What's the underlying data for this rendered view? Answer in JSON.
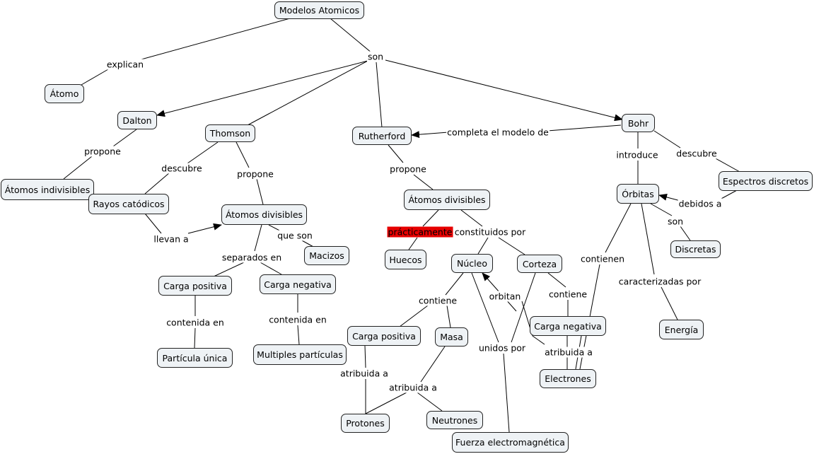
{
  "nodes": {
    "modelos": "Modelos Atomicos",
    "atomo": "Átomo",
    "dalton": "Dalton",
    "thomson": "Thomson",
    "rutherford": "Rutherford",
    "bohr": "Bohr",
    "indivisibles": "Átomos indivisibles",
    "rayos": "Rayos catódicos",
    "divisibles_t": "Átomos divisibles",
    "macizos": "Macizos",
    "carga_pos_t": "Carga positiva",
    "carga_neg_t": "Carga negativa",
    "particula": "Partícula única",
    "multiples": "Multiples partículas",
    "divisibles_r": "Átomos divisibles",
    "huecos": "Huecos",
    "nucleo": "Núcleo",
    "corteza": "Corteza",
    "carga_pos_r": "Carga positiva",
    "masa": "Masa",
    "protones": "Protones",
    "neutrones": "Neutrones",
    "fuerza": "Fuerza electromagnética",
    "carga_neg_r": "Carga negativa",
    "electrones": "Electrones",
    "orbitas": "Órbitas",
    "espectros": "Espectros discretos",
    "discretas": "Discretas",
    "energia": "Energía"
  },
  "links": {
    "son": "son",
    "explican": "explican",
    "propone_d": "propone",
    "descubre_t": "descubre",
    "propone_t": "propone",
    "llevan": "llevan a",
    "que_son": "que son",
    "separados": "separados en",
    "contenida_1": "contenida en",
    "contenida_2": "contenida en",
    "completa": "completa el modelo de",
    "propone_r": "propone",
    "practicamente": "prácticamente",
    "constituidos": "constituidos por",
    "contiene_n": "contiene",
    "atribuida_1": "atribuida a",
    "atribuida_2": "atribuida a",
    "unidos": "unidos por",
    "orbitan": "orbitan",
    "contiene_c": "contiene",
    "atribuida_3": "atribuida a",
    "introduce": "introduce",
    "descubre_b": "descubre",
    "debidos": "debidos a",
    "son_b": "son",
    "contienen": "contienen",
    "caracterizadas": "caracterizadas por"
  },
  "colors": {
    "node_fill": "#eef2f5",
    "highlight": "#e60000"
  }
}
